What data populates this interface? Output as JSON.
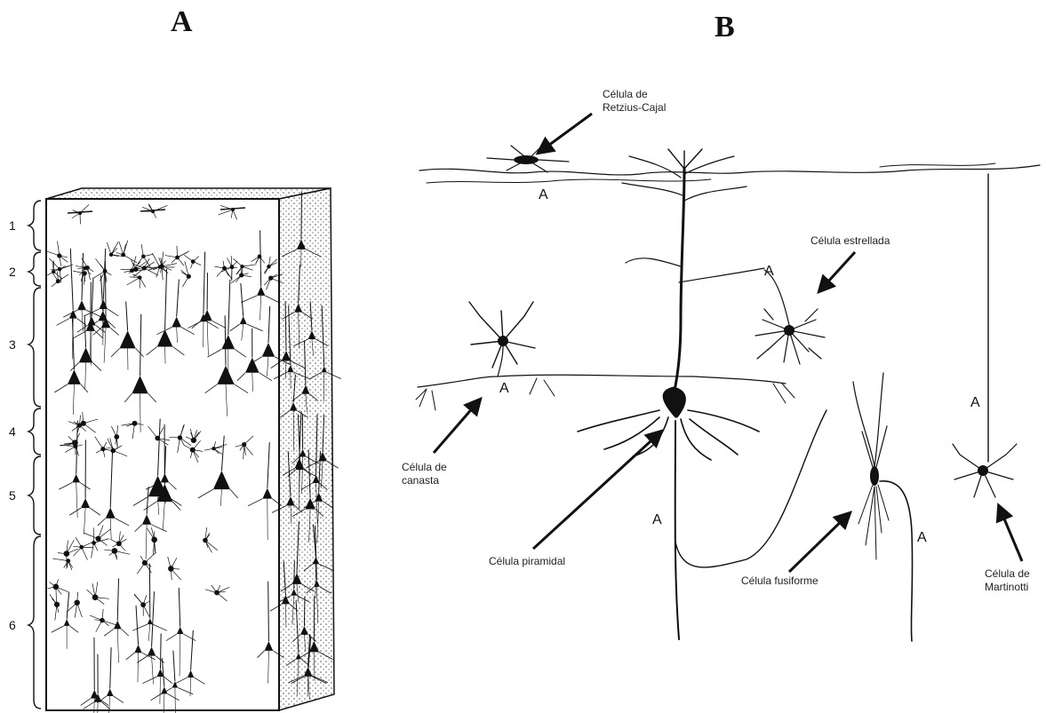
{
  "panels": {
    "a": {
      "letter": "A"
    },
    "b": {
      "letter": "B"
    }
  },
  "layers": [
    "1",
    "2",
    "3",
    "4",
    "5",
    "6"
  ],
  "cells": {
    "retzius_cajal": [
      "Célula de",
      "Retzius-Cajal"
    ],
    "estrellada": "Célula estrellada",
    "canasta": [
      "Célula de",
      "canasta"
    ],
    "piramidal": "Célula piramidal",
    "fusiforme": "Célula fusiforme",
    "martinotti": [
      "Célula de",
      "Martinotti"
    ]
  },
  "axon_label": "A"
}
